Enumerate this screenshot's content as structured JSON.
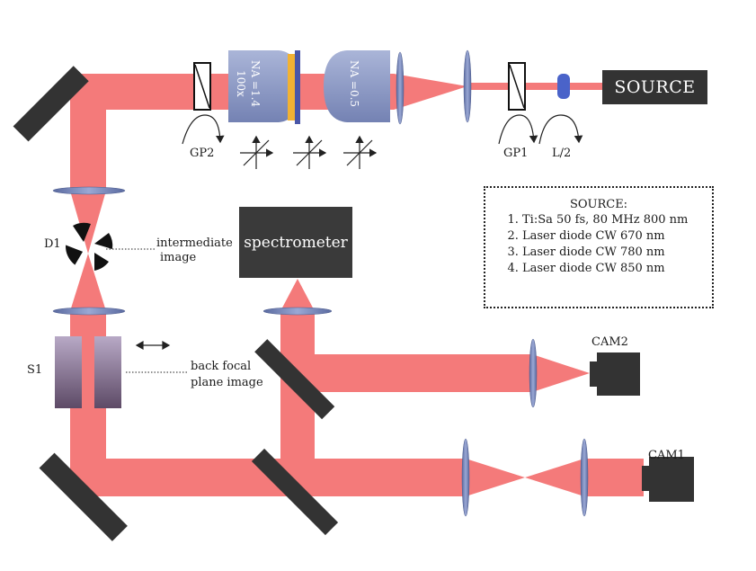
{
  "source_box": "SOURCE",
  "spectrometer_box": "spectrometer",
  "objective_left": {
    "line1": "NA =1.4",
    "line2": "100x"
  },
  "objective_right": {
    "line1": "NA =0.5"
  },
  "labels": {
    "gp2": "GP2",
    "gp1": "GP1",
    "l2": "L/2",
    "d1": "D1",
    "s1": "S1",
    "intermediate_1": "intermediate",
    "intermediate_2": "image",
    "back_focal_1": "back focal",
    "back_focal_2": "plane image",
    "cam1": "CAM1",
    "cam2": "CAM2"
  },
  "legend": {
    "title": "SOURCE:",
    "items": [
      "Ti:Sa 50 fs, 80 MHz 800 nm",
      "Laser diode CW 670 nm",
      "Laser diode CW 780 nm",
      "Laser diode CW 850 nm"
    ]
  },
  "colors": {
    "beam": "#f47a7a",
    "mirror": "#333333",
    "lens": "#6f7fb0",
    "objective": "#8a97c2",
    "sample_gold": "#f2b233",
    "half_wave_plate": "#4a63c9",
    "box": "#333333"
  }
}
